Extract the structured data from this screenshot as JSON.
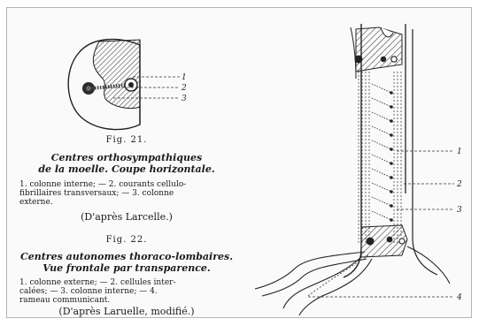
{
  "fig21": {
    "title": "Fig. 21.",
    "heading_line1": "Centres orthosympathiques",
    "heading_line2": "de la moelle. Coupe horizontale.",
    "legend_line1": "1. colonne interne; — 2. courants cellulo-",
    "legend_line2": "fibrillaires transversaux; — 3. colonne",
    "legend_line3": "externe.",
    "source": "(D'après Larcelle.)",
    "callouts": [
      "1",
      "2",
      "3"
    ]
  },
  "fig22": {
    "title": "Fig. 22.",
    "heading_line1": "Centres autonomes thoraco-lombaires.",
    "heading_line2": "Vue frontale par transparence.",
    "legend_line1": "1. colonne externe; — 2. cellules inter-",
    "legend_line2": "calées; — 3. colonne interne; — 4.",
    "legend_line3": "rameau communicant.",
    "source": "(D'après Laruelle, modifié.)",
    "callouts": [
      "1",
      "2",
      "3",
      "4"
    ]
  }
}
